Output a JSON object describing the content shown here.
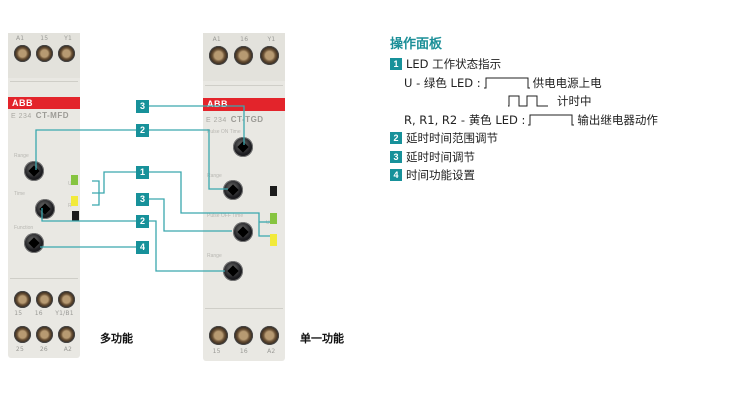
{
  "devices": [
    {
      "id": "multi",
      "caption": "多功能",
      "brand": "ABB",
      "model_prefix": "E 234",
      "model": "CT-MFD",
      "top_terminals": [
        "A1",
        "15",
        "Y1"
      ],
      "bottom_terminals_upper": [
        "15",
        "16",
        "Y1/B1"
      ],
      "bottom_terminals_lower": [
        "25",
        "26",
        "A2"
      ],
      "knob_labels": [
        "Range",
        "Time",
        "Function"
      ],
      "led_labels": [
        "U",
        "R"
      ]
    },
    {
      "id": "single",
      "caption": "单一功能",
      "brand": "ABB",
      "model_prefix": "E 234",
      "model": "CT-TGD",
      "top_terminals": [
        "A1",
        "16",
        "Y1"
      ],
      "bottom_terminals": [
        "15",
        "16",
        "A2"
      ],
      "knob_labels": [
        "Pulse ON Time",
        "Range",
        "Pulse OFF Time",
        "Range"
      ],
      "led_labels": [
        "U",
        "R"
      ]
    }
  ],
  "callouts": {
    "left_column": [
      "3",
      "2",
      "1",
      "3",
      "2",
      "4"
    ]
  },
  "legend": {
    "title": "操作面板",
    "items": [
      {
        "num": "1",
        "label": "LED 工作状态指示",
        "sub": [
          {
            "prefix": "U - 绿色 LED :",
            "signal": "steady-on",
            "text": "供电电源上电"
          },
          {
            "prefix": "",
            "signal": "pulsing",
            "text": "计时中"
          },
          {
            "prefix": "R, R1, R2 - 黄色 LED :",
            "signal": "steady-on",
            "text": "输出继电器动作"
          }
        ]
      },
      {
        "num": "2",
        "label": "延时时间范围调节"
      },
      {
        "num": "3",
        "label": "延时时间调节"
      },
      {
        "num": "4",
        "label": "时间功能设置"
      }
    ]
  },
  "colors": {
    "accent_teal": "#17919a",
    "abb_red": "#e3242b",
    "led_green": "#86c440",
    "led_yellow": "#f2ea3a"
  }
}
